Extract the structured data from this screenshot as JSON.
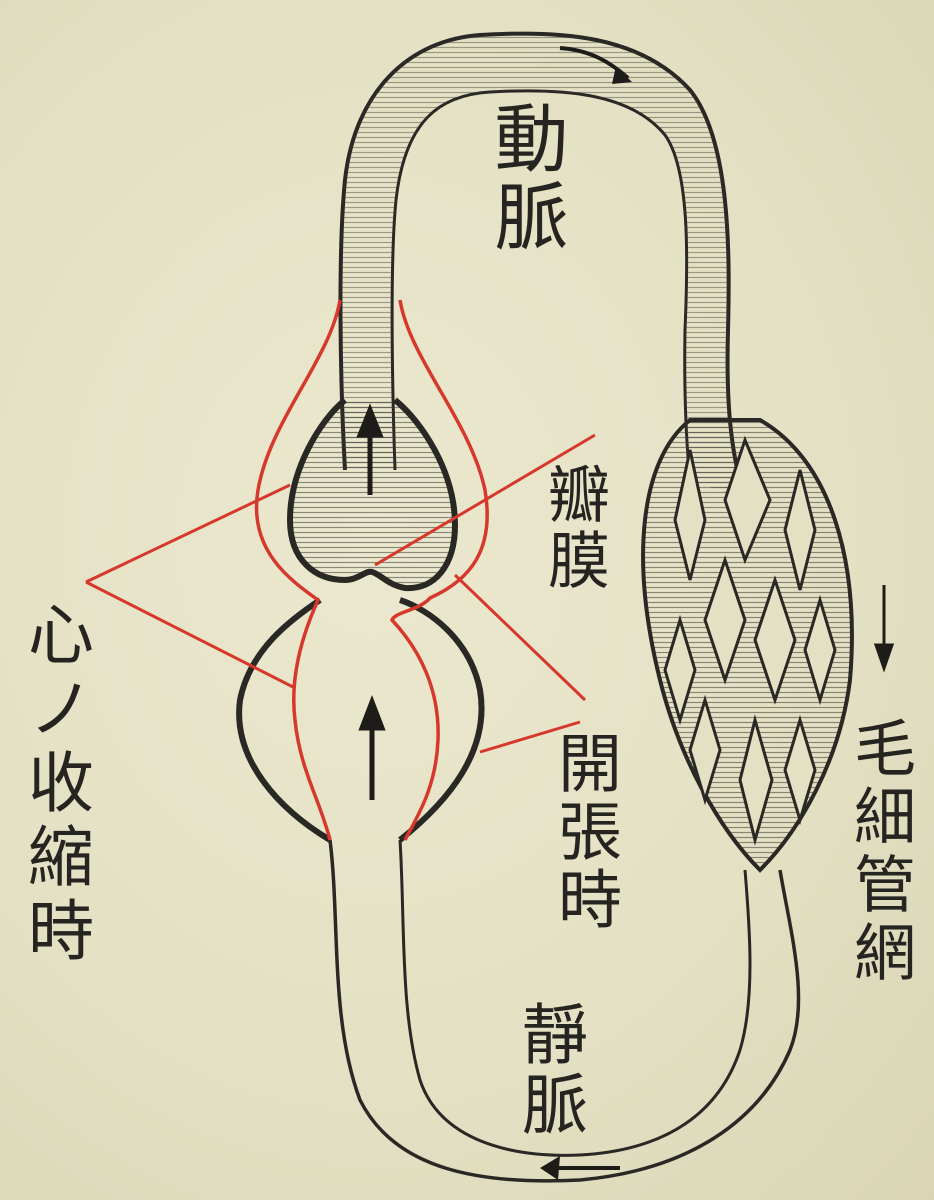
{
  "labels": {
    "artery": "動脈",
    "valve": "瓣膜",
    "dilation": "開張時",
    "vein": "靜脈",
    "capillary": "毛細管網",
    "contraction": "心ノ收縮時"
  },
  "colors": {
    "paper": "#e5e2c6",
    "ink": "#2a2824",
    "red_ink": "#d6382c"
  }
}
